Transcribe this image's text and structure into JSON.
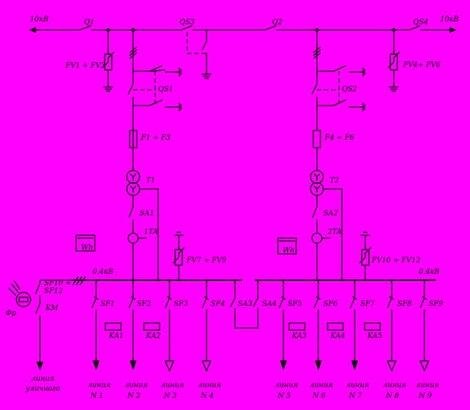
{
  "labels": {
    "v10_left": "10кВ",
    "v10_right": "10кВ",
    "q1": "Q1",
    "q2": "Q2",
    "qs3": "QS3",
    "qs4": "QS4",
    "fv_left": "FV1 + FV3",
    "fv_right": "FV4÷ FV6",
    "qs1": "QS1",
    "qs2": "QS2",
    "fuse_left": "F1 ÷ F3",
    "fuse_right": "F4 ÷ F6",
    "t1": "T1",
    "t2": "T2",
    "sa1": "SA1",
    "sa2": "SA2",
    "ta1": "1TA",
    "ta2": "2TA",
    "wh_left": "Wh",
    "wh_right": "Wh",
    "fv_low_left": "FV7 ÷ FV9",
    "fv_low_right": "FV10 ÷ FV12",
    "v04_left": "0,4кВ",
    "v04_right": "0,4кВ",
    "sf10": "SF10 +",
    "sf12": "SF12",
    "km": "KM",
    "fr": "Фр",
    "sa3": "SA3",
    "sa4": "SA4",
    "sf1": "SF1",
    "sf2": "SF2",
    "sf3": "SF3",
    "sf4": "SF4",
    "sf5": "SF5",
    "sf6": "SF6",
    "sf7": "SF7",
    "sf8": "SF8",
    "sf9": "SF9",
    "ka1": "KA1",
    "ka2": "KA2",
    "ka3": "KA3",
    "ka4": "KA4",
    "ka5": "KA5",
    "street_line_1": "линия",
    "street_line_2": "уличного"
  },
  "lines": [
    {
      "word": "линия",
      "num": "N 1"
    },
    {
      "word": "линия",
      "num": "N 2"
    },
    {
      "word": "линия",
      "num": "N 3"
    },
    {
      "word": "линия",
      "num": "N 4"
    },
    {
      "word": "линия",
      "num": "N 5"
    },
    {
      "word": "линия",
      "num": "N 6"
    },
    {
      "word": "линия",
      "num": "N 7"
    },
    {
      "word": "линия",
      "num": "N 8"
    },
    {
      "word": "линия",
      "num": "N 9"
    }
  ]
}
